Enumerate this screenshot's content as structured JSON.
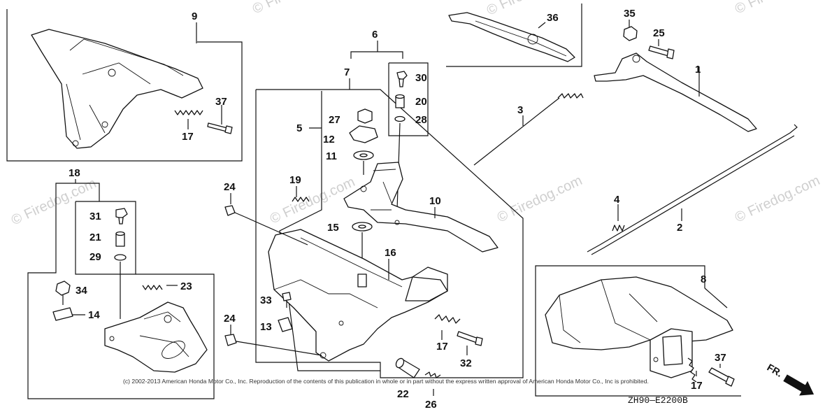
{
  "watermark": "© Firedog.com",
  "copyright": "(c) 2002-2013 American Honda Motor Co., Inc. Reproduction of the contents of this publication in whole or in part without the express written approval of American Honda Motor Co., Inc is prohibited.",
  "diagram_code": "ZH90—E2200B",
  "direction_label": "FR.",
  "callouts": {
    "c9": "9",
    "c37a": "37",
    "c17a": "17",
    "c36": "36",
    "c35": "35",
    "c25": "25",
    "c1": "1",
    "c3": "3",
    "c6": "6",
    "c7": "7",
    "c30": "30",
    "c20": "20",
    "c28": "28",
    "c27": "27",
    "c5": "5",
    "c12": "12",
    "c11": "11",
    "c19": "19",
    "c10": "10",
    "c15": "15",
    "c16": "16",
    "c24a": "24",
    "c24b": "24",
    "c33": "33",
    "c13": "13",
    "c17b": "17",
    "c32": "32",
    "c22": "22",
    "c26": "26",
    "c18": "18",
    "c31": "31",
    "c21": "21",
    "c29": "29",
    "c34": "34",
    "c14": "14",
    "c23": "23",
    "c4": "4",
    "c2": "2",
    "c8": "8",
    "c17c": "17",
    "c37b": "37"
  }
}
